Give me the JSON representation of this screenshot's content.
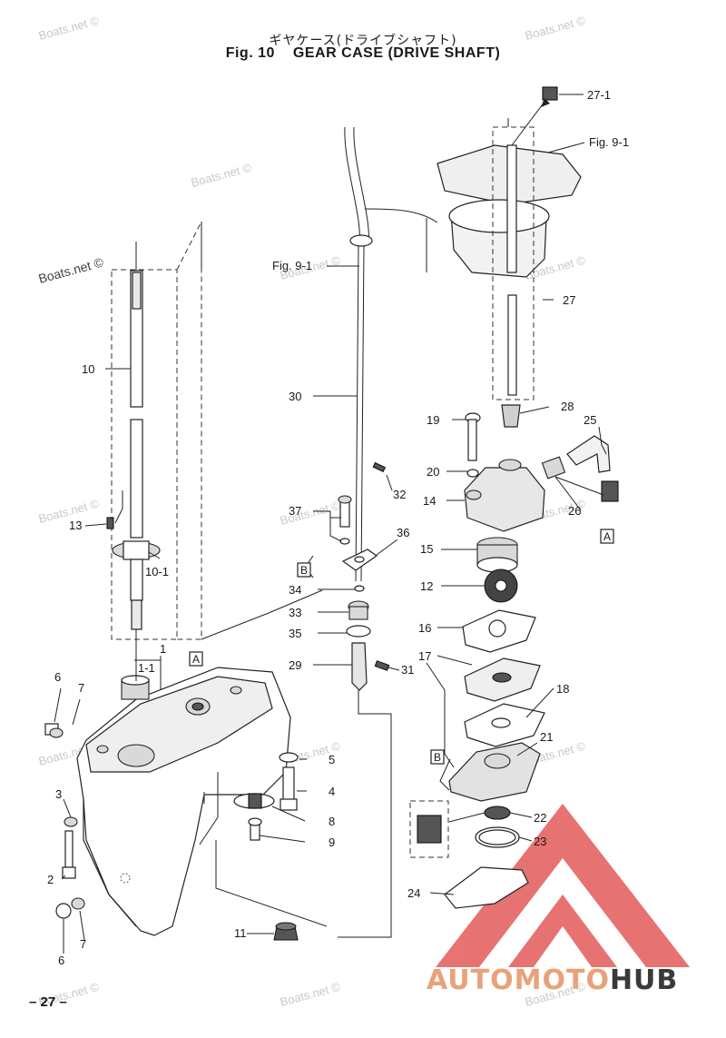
{
  "title": {
    "japanese": "ギヤケース(ドライブシャフト)",
    "fig": "Fig. 10",
    "english": "GEAR CASE (DRIVE SHAFT)"
  },
  "page_number": "– 27 –",
  "logo": {
    "part1": "AUTOMOTO",
    "part2": "HUB"
  },
  "watermark": "Boats.net ©",
  "box_labels": {
    "a": "A",
    "b": "B"
  },
  "callouts": {
    "c27_1": "27-1",
    "fig9_1_top": "Fig. 9-1",
    "fig9_1_left": "Fig. 9-1",
    "c27": "27",
    "c10": "10",
    "c28": "28",
    "c19": "19",
    "c25": "25",
    "c30": "30",
    "c20": "20",
    "c32": "32",
    "c14": "14",
    "c37": "37",
    "c36": "36",
    "c26": "26",
    "c13": "13",
    "c15": "15",
    "c10_1": "10-1",
    "c12": "12",
    "c34": "34",
    "c33": "33",
    "c16": "16",
    "c35": "35",
    "c1": "1",
    "c1_1": "1-1",
    "c17": "17",
    "c29": "29",
    "c31": "31",
    "c6a": "6",
    "c7a": "7",
    "c18": "18",
    "c5": "5",
    "c21": "21",
    "c4": "4",
    "c3": "3",
    "c8": "8",
    "c22": "22",
    "c9": "9",
    "c23": "23",
    "c2": "2",
    "c24": "24",
    "c11": "11",
    "c6b": "6",
    "c7b": "7"
  }
}
